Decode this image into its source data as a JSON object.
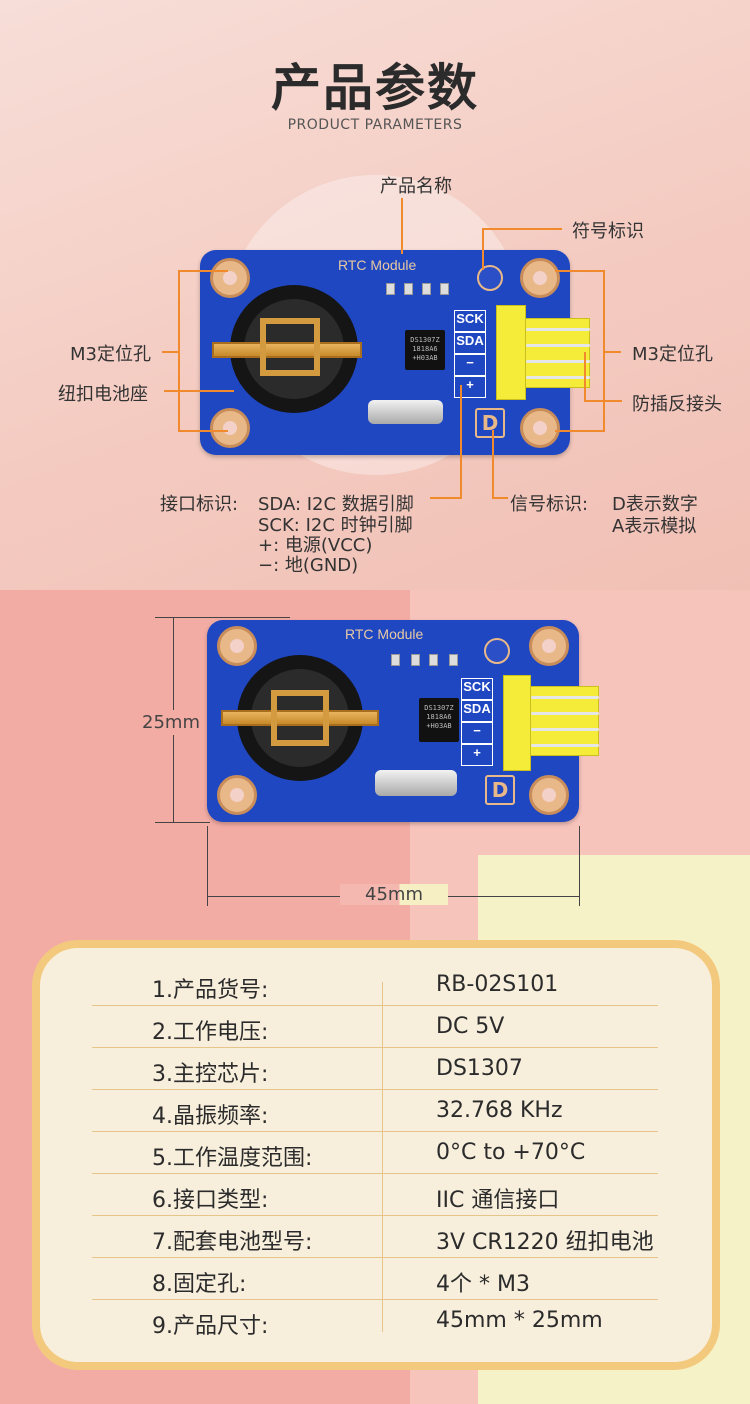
{
  "header": {
    "title": "产品参数",
    "subtitle": "PRODUCT PARAMETERS"
  },
  "board": {
    "silkscreen": "RTC Module",
    "chip_text": "DS1307Z 1818A6 +H03AB",
    "pins": [
      "SCK",
      "SDA",
      "−",
      "+"
    ],
    "signal_symbol": "D"
  },
  "annotations": {
    "product_name": "产品名称",
    "symbol_mark": "符号标识",
    "m3_left": "M3定位孔",
    "battery_holder": "纽扣电池座",
    "m3_right": "M3定位孔",
    "anti_reverse": "防插反接头",
    "interface_title": "接口标识:",
    "interface_lines": [
      "SDA:  I2C 数据引脚",
      "SCK:  I2C 时钟引脚",
      "+:  电源(VCC)",
      "−:  地(GND)"
    ],
    "signal_title": "信号标识:",
    "signal_lines": [
      "D表示数字",
      "A表示模拟"
    ]
  },
  "dimensions": {
    "height": "25mm",
    "width": "45mm"
  },
  "specs": [
    {
      "label": "1.产品货号:",
      "value": "RB-02S101"
    },
    {
      "label": "2.工作电压:",
      "value": "DC 5V"
    },
    {
      "label": "3.主控芯片:",
      "value": "DS1307"
    },
    {
      "label": "4.晶振频率:",
      "value": "32.768 KHz"
    },
    {
      "label": "5.工作温度范围:",
      "value": "0°C to +70°C"
    },
    {
      "label": "6.接口类型:",
      "value": "IIC 通信接口"
    },
    {
      "label": "7.配套电池型号:",
      "value": "3V CR1220 纽扣电池"
    },
    {
      "label": "8.固定孔:",
      "value": "4个 * M3"
    },
    {
      "label": "9.产品尺寸:",
      "value": "45mm * 25mm"
    }
  ],
  "colors": {
    "pcb": "#1f47c2",
    "accent": "#f08a2c",
    "table_border": "#f3c97e",
    "connector": "#f5ec3a"
  }
}
